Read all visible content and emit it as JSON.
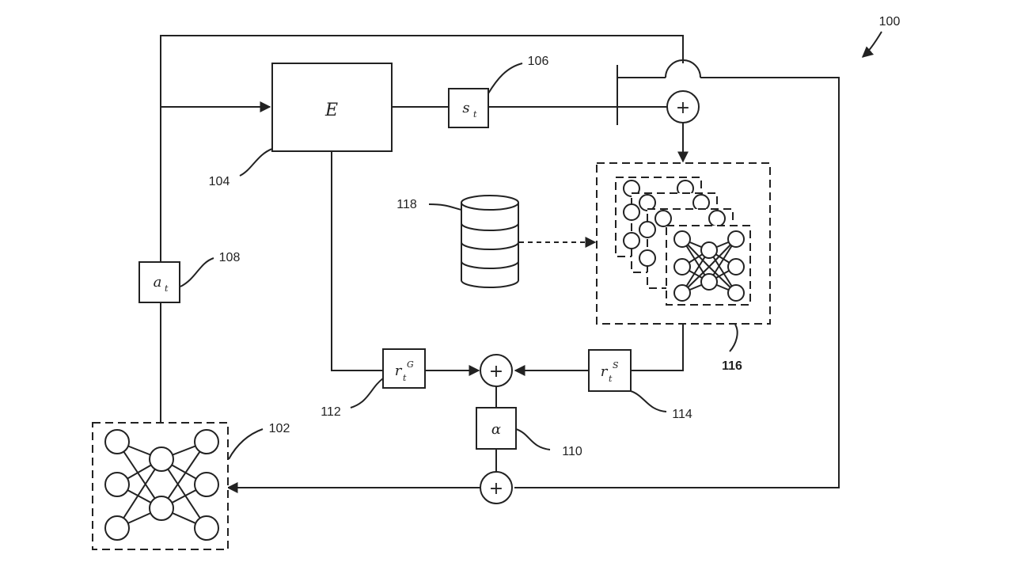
{
  "diagram": {
    "ref_main": "100",
    "blocks": {
      "env": {
        "symbol": "E",
        "ref": "104"
      },
      "state": {
        "base": "s",
        "sub": "t",
        "ref": "106"
      },
      "action": {
        "base": "a",
        "sub": "t",
        "ref": "108"
      },
      "alpha": {
        "symbol": "α",
        "ref": "110"
      },
      "reward_g": {
        "base": "r",
        "sub": "t",
        "sup": "G",
        "ref": "112"
      },
      "reward_s": {
        "base": "r",
        "sub": "t",
        "sup": "S",
        "ref": "114"
      },
      "model_ensemble": {
        "ref": "116"
      },
      "database": {
        "ref": "118"
      },
      "agent_network": {
        "ref": "102"
      }
    },
    "summing_junction_symbol": "+"
  }
}
